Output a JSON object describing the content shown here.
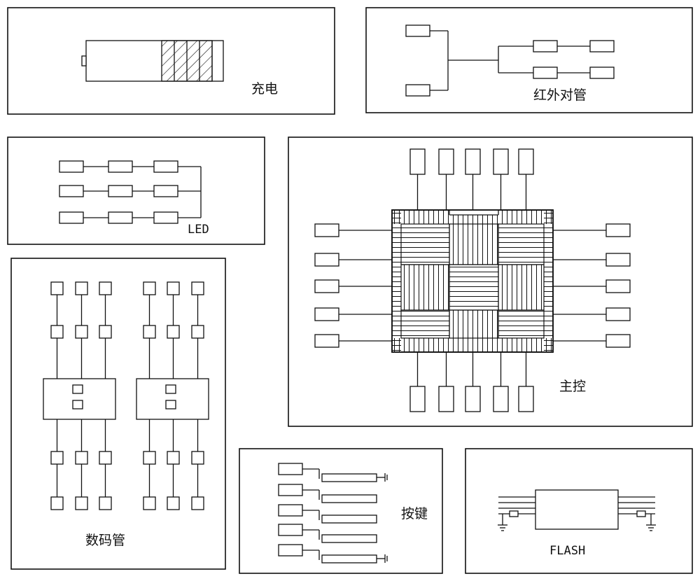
{
  "panels": {
    "charging": {
      "label": "充电"
    },
    "infrared": {
      "label": "红外对管"
    },
    "led": {
      "label": "LED"
    },
    "main_control": {
      "label": "主控"
    },
    "digital_tube": {
      "label": "数码管"
    },
    "keys": {
      "label": "按键"
    },
    "flash": {
      "label": "FLASH"
    }
  },
  "colors": {
    "line": "#111111",
    "background": "#ffffff"
  }
}
